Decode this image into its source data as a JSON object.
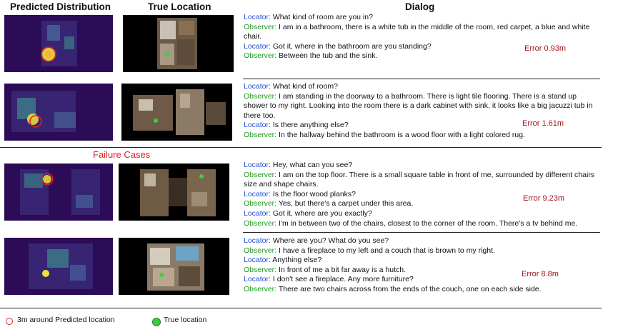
{
  "headers": {
    "predicted": "Predicted Distribution",
    "true": "True Location",
    "dialog": "Dialog"
  },
  "failure_label": "Failure Cases",
  "rows": [
    {
      "error": "Error 0.93m",
      "lines": [
        {
          "speaker": "Locator:",
          "text": " What kind of room are you in?"
        },
        {
          "speaker": "Observer:",
          "text": " I am in a bathroom, there is a white tub in the middle of the room, red carpet, a blue and white chair."
        },
        {
          "speaker": "Locator:",
          "text": " Got it, where in the bathroom are you standing?"
        },
        {
          "speaker": "Observer:",
          "text": " Between the tub and the sink."
        }
      ]
    },
    {
      "error": "Error 1.61m",
      "lines": [
        {
          "speaker": "Locator:",
          "text": " What kind of room?"
        },
        {
          "speaker": "Observer:",
          "text": " I am standing in the doorway to a bathroom. There is light tile flooring. There is a stand up shower to my right. Looking into the room there is a dark cabinet with sink, it looks like a big jacuzzi tub in there too."
        },
        {
          "speaker": "Locator:",
          "text": " Is there anything else?"
        },
        {
          "speaker": "Observer:",
          "text": "  In the hallway behind the bathroom is a wood floor with a light colored rug."
        }
      ]
    },
    {
      "error": "Error 9.23m",
      "lines": [
        {
          "speaker": "Locator:",
          "text": " Hey, what can you see?"
        },
        {
          "speaker": "Observer:",
          "text": "  I am on the top floor.  There is a small square table in front of me, surrounded by different chairs size and shape chairs."
        },
        {
          "speaker": "Locator:",
          "text": " Is the floor wood planks?"
        },
        {
          "speaker": "Observer:",
          "text": "  Yes, but there's a carpet under this area."
        },
        {
          "speaker": "Locator:",
          "text": "  Got it, where are you exactly?"
        },
        {
          "speaker": "Observer:",
          "text": "  I'm in between two of the chairs, closest to the corner of the room. There's a tv behind me."
        }
      ]
    },
    {
      "error": "Error 8.8m",
      "lines": [
        {
          "speaker": "Locator:",
          "text": "  Where are you? What do you see?"
        },
        {
          "speaker": "Observer:",
          "text": " I have a fireplace to my left and a couch that is brown to my right."
        },
        {
          "speaker": "Locator:",
          "text": " Anything else?"
        },
        {
          "speaker": "Observer:",
          "text": " In front of me a bit far away is a hutch."
        },
        {
          "speaker": "Locator:",
          "text": "  I don't see a fireplace. Any more furniture?"
        },
        {
          "speaker": "Observer:",
          "text": "  There are two chairs across from the ends of the couch, one on each side side."
        }
      ]
    }
  ],
  "legend": {
    "predicted": "3m around Predicted location",
    "true": "True location"
  }
}
